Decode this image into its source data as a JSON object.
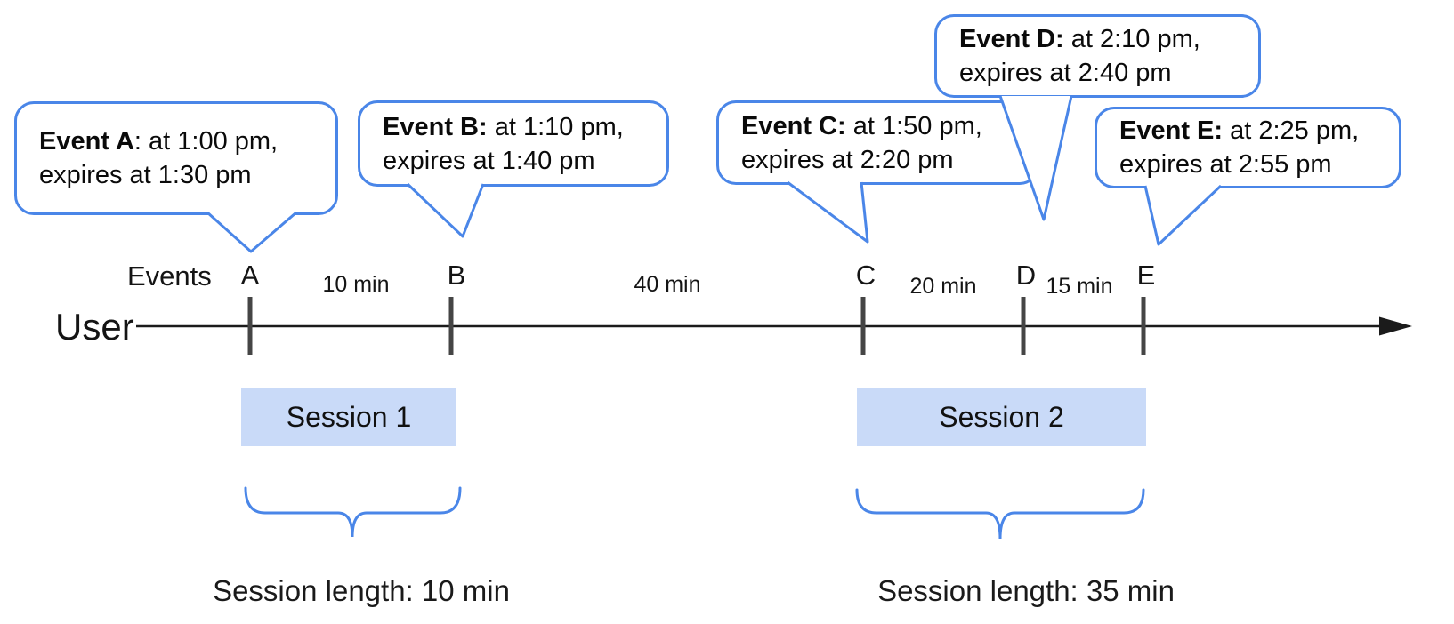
{
  "labels": {
    "user": "User",
    "events_row": "Events"
  },
  "bubbles": [
    {
      "letter": "A",
      "bold": "Event A",
      "rest": ": at 1:00 pm,",
      "line2": "expires at 1:30 pm"
    },
    {
      "letter": "B",
      "bold": "Event B:",
      "rest": " at 1:10 pm,",
      "line2": "expires at 1:40 pm"
    },
    {
      "letter": "C",
      "bold": "Event C:",
      "rest": " at 1:50 pm,",
      "line2": "expires at 2:20 pm"
    },
    {
      "letter": "D",
      "bold": "Event D:",
      "rest": " at 2:10 pm,",
      "line2": "expires at 2:40 pm"
    },
    {
      "letter": "E",
      "bold": "Event E:",
      "rest": " at 2:25 pm,",
      "line2": "expires at 2:55 pm"
    }
  ],
  "intervals": [
    "10 min",
    "40 min",
    "20 min",
    "15 min"
  ],
  "sessions": [
    {
      "label": "Session 1",
      "length": "Session length: 10 min"
    },
    {
      "label": "Session 2",
      "length": "Session length: 35 min"
    }
  ],
  "colors": {
    "bubble_border": "#4a86e8",
    "brace": "#4a86e8",
    "session_fill": "#c9daf8",
    "axis": "#1b1b1b",
    "tick": "#454545"
  }
}
